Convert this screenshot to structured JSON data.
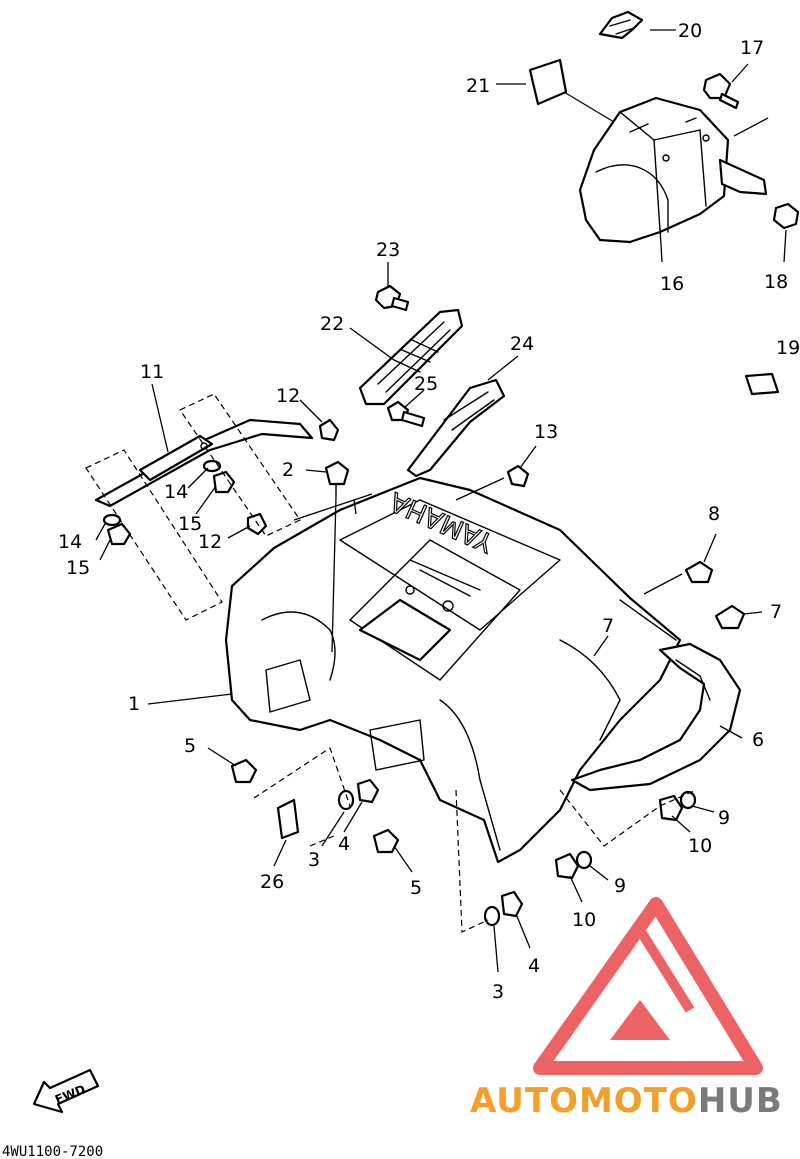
{
  "callouts": {
    "c1": "1",
    "c2": "2",
    "c3a": "3",
    "c3b": "3",
    "c4a": "4",
    "c4b": "4",
    "c5a": "5",
    "c5b": "5",
    "c6": "6",
    "c7a": "7",
    "c7b": "7",
    "c8": "8",
    "c9a": "9",
    "c9b": "9",
    "c10a": "10",
    "c10b": "10",
    "c11": "11",
    "c12a": "12",
    "c12b": "12",
    "c13": "13",
    "c14a": "14",
    "c14b": "14",
    "c15a": "15",
    "c15b": "15",
    "c16": "16",
    "c17": "17",
    "c18": "18",
    "c19": "19",
    "c20": "20",
    "c21": "21",
    "c22": "22",
    "c23": "23",
    "c24": "24",
    "c25": "25",
    "c26": "26"
  },
  "fender_lettering": "YAMAHA",
  "fwd_label": "FWD",
  "diagram_code": "4WU1100-7200",
  "watermark": {
    "text_orange": "AUTOMOTO",
    "text_gray": "HUB",
    "color_orange": "#f3a02a",
    "color_gray": "#7a7a7a",
    "logo_color": "#e9474b"
  }
}
